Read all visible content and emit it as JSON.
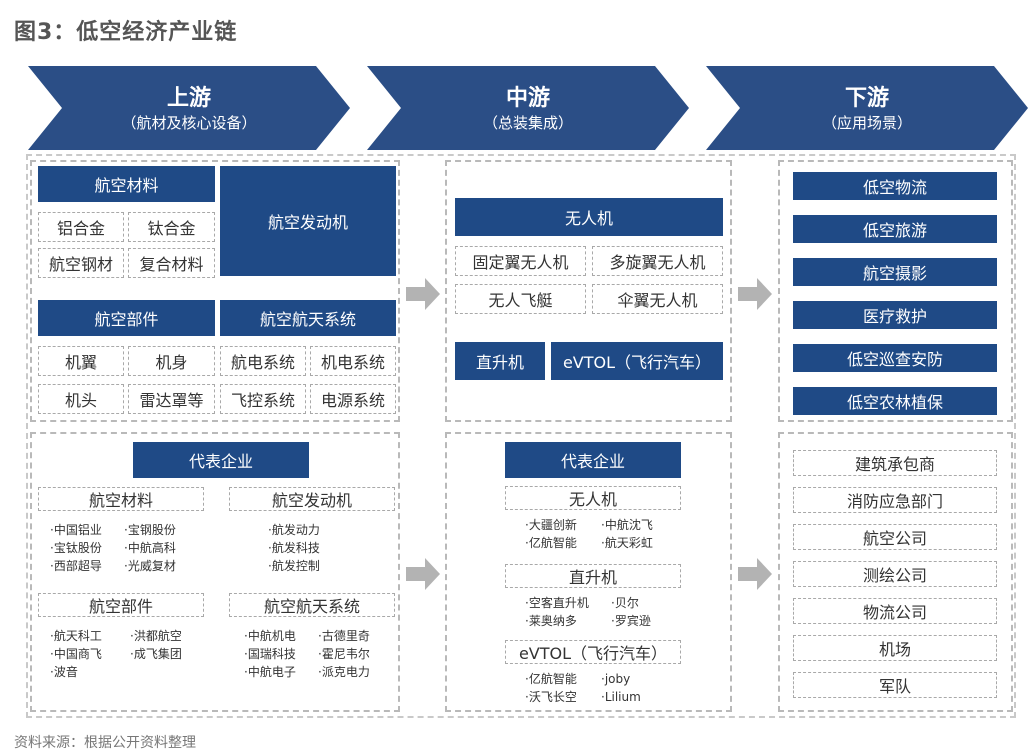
{
  "figure_title": "图3：低空经济产业链",
  "stages": [
    {
      "title": "上游",
      "subtitle": "（航材及核心设备）"
    },
    {
      "title": "中游",
      "subtitle": "（总装集成）"
    },
    {
      "title": "下游",
      "subtitle": "（应用场景）"
    }
  ],
  "upstream": {
    "materials": {
      "header": "航空材料",
      "items": [
        "铝合金",
        "钛合金",
        "航空钢材",
        "复合材料"
      ]
    },
    "engine": "航空发动机",
    "parts": {
      "header": "航空部件",
      "items": [
        "机翼",
        "机身",
        "机头",
        "雷达罩等"
      ]
    },
    "systems": {
      "header": "航空航天系统",
      "items": [
        "航电系统",
        "机电系统",
        "飞控系统",
        "电源系统"
      ]
    }
  },
  "midstream": {
    "uav": {
      "header": "无人机",
      "items": [
        "固定翼无人机",
        "多旋翼无人机",
        "无人飞艇",
        "伞翼无人机"
      ]
    },
    "helicopter": "直升机",
    "evtol": "eVTOL（飞行汽车）"
  },
  "downstream": {
    "scenarios": [
      "低空物流",
      "低空旅游",
      "航空摄影",
      "医疗救护",
      "低空巡查安防",
      "低空农林植保"
    ],
    "clients": [
      "建筑承包商",
      "消防应急部门",
      "航空公司",
      "测绘公司",
      "物流公司",
      "机场",
      "军队"
    ]
  },
  "enterprises": {
    "header": "代表企业",
    "upstream_groups": [
      {
        "label": "航空材料",
        "col1": [
          "·中国铝业",
          "·宝钛股份",
          "·西部超导"
        ],
        "col2": [
          "·宝钢股份",
          "·中航高科",
          "·光威复材"
        ]
      },
      {
        "label": "航空发动机",
        "col1": [
          "·航发动力",
          "·航发科技",
          "·航发控制"
        ],
        "col2": []
      },
      {
        "label": "航空部件",
        "col1": [
          "·航天科工",
          "·中国商飞",
          "·波音"
        ],
        "col2": [
          "·洪都航空",
          "·成飞集团"
        ]
      },
      {
        "label": "航空航天系统",
        "col1": [
          "·中航机电",
          "·国瑞科技",
          "·中航电子"
        ],
        "col2": [
          "·古德里奇",
          "·霍尼韦尔",
          "·派克电力"
        ]
      }
    ],
    "midstream_groups": [
      {
        "label": "无人机",
        "col1": [
          "·大疆创新",
          "·亿航智能"
        ],
        "col2": [
          "·中航沈飞",
          "·航天彩虹"
        ]
      },
      {
        "label": "直升机",
        "col1": [
          "·空客直升机",
          "·莱奥纳多"
        ],
        "col2": [
          "·贝尔",
          "·罗宾逊"
        ]
      },
      {
        "label": "eVTOL（飞行汽车）",
        "col1": [
          "·亿航智能",
          "·沃飞长空"
        ],
        "col2": [
          "·joby",
          "·Lilium"
        ]
      }
    ]
  },
  "source_note": "资料来源：根据公开资料整理",
  "colors": {
    "navy": "#1f4a86",
    "chevron": "#2b4e86",
    "arrow": "#b3b3b3",
    "dash": "#b9b9b9"
  }
}
